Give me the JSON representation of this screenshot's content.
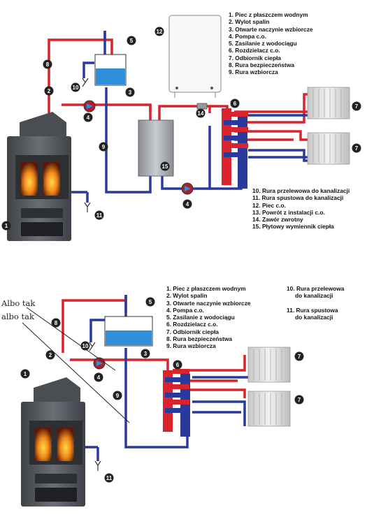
{
  "legend_top_a": [
    "1. Piec z płaszczem wodnym",
    "2. Wylot spalin",
    "3. Otwarte naczynie wzbiorcze",
    "4. Pompa c.o.",
    "5. Zasilanie z wodociągu",
    "6. Rozdzielacz c.o.",
    "7. Odbiornik ciepła",
    "8. Rura bezpieczeństwa",
    "9. Rura wzbiorcza"
  ],
  "legend_top_b": [
    "10. Rura przelewowa do kanalizacji",
    "11. Rura spustowa do kanalizacji",
    "12. Piec c.o.",
    "13. Powrót z instalacji c.o.",
    "14. Zawór zwrotny",
    "15. Płytowy wymiennik ciepła"
  ],
  "legend_bottom_a": [
    "1. Piec z płaszczem wodnym",
    "2. Wylot spalin",
    "3. Otwarte naczynie wzbiorcze",
    "4. Pompa c.o.",
    "5. Zasilanie z wodociągu",
    "6. Rozdzielacz c.o.",
    "7. Odbiornik ciepła",
    "8. Rura bezpieczeństwa",
    "9. Rura wzbiorcza"
  ],
  "legend_bottom_b": [
    "10. Rura przelewowa",
    "do kanalizacji",
    "",
    "11. Rura spustowa",
    "do kanalizacji"
  ],
  "handwritten": [
    "Albo tak",
    "albo tak"
  ],
  "markers_top": [
    "1",
    "2",
    "3",
    "4",
    "5",
    "6",
    "7",
    "7",
    "8",
    "9",
    "10",
    "11",
    "12",
    "14",
    "15",
    "4"
  ],
  "markers_bottom": [
    "1",
    "2",
    "3",
    "4",
    "5",
    "6",
    "7",
    "7",
    "8",
    "9",
    "10",
    "11"
  ],
  "colors": {
    "supply": "#d9232d",
    "return": "#2a3a9c",
    "water": "#2f8fd8",
    "marker": "#222222",
    "stove": "#55585c"
  }
}
